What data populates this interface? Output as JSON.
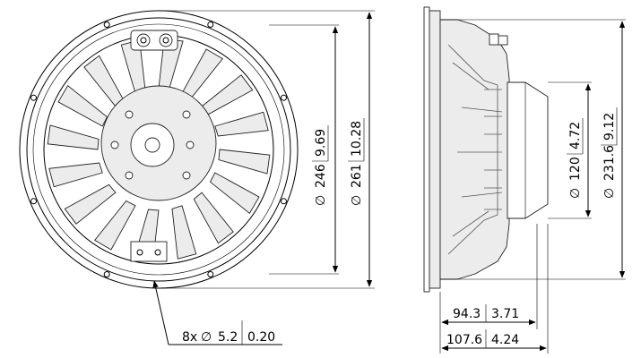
{
  "dimensions": {
    "outer_diameter": {
      "symbol": "∅",
      "mm": "261",
      "inch": "10.28"
    },
    "baffle_cutout": {
      "symbol": "∅",
      "mm": "246",
      "inch": "9.69"
    },
    "magnet_diameter": {
      "symbol": "∅",
      "mm": "120",
      "inch": "4.72"
    },
    "frame_diameter": {
      "symbol": "∅",
      "mm": "231.6",
      "inch": "9.12"
    },
    "depth_to_magnet": {
      "mm": "94.3",
      "inch": "3.71"
    },
    "overall_depth": {
      "mm": "107.6",
      "inch": "4.24"
    },
    "mounting_holes": {
      "count": "8x",
      "symbol": "∅",
      "mm": "5.2",
      "inch": "0.20"
    }
  },
  "colors": {
    "line": "#000000",
    "fill": "#ececec",
    "background": "#ffffff"
  }
}
